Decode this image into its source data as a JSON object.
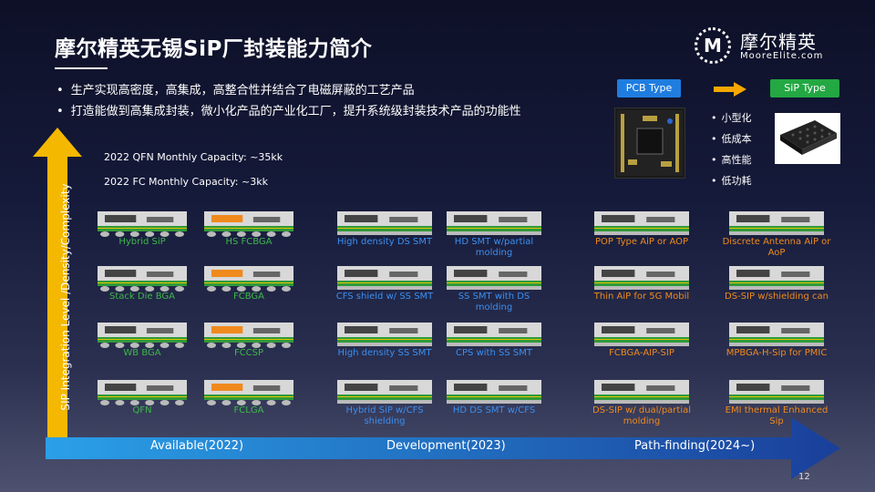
{
  "title": "摩尔精英无锡SiP厂封装能力简介",
  "logo": {
    "cn": "摩尔精英",
    "en": "MooreElite.com",
    "mark": "M"
  },
  "bullets": [
    "生产实现高密度，高集成，高整合性并结合了电磁屏蔽的工艺产品",
    "打造能做到高集成封装，微小化产品的产业化工厂，提升系统级封装技术产品的功能性"
  ],
  "conversion": {
    "from": "PCB Type",
    "to": "SiP Type"
  },
  "features": [
    "小型化",
    "低成本",
    "高性能",
    "低功耗"
  ],
  "capacity": [
    "2022 QFN Monthly Capacity: ~35kk",
    "2022 FC Monthly Capacity: ~3kk"
  ],
  "y_axis_label": "SIP Integration Level /Density/Complexity",
  "x_axis_labels": [
    "Available(2022)",
    "Development(2023)",
    "Path-finding(2024~)"
  ],
  "colors": {
    "available": "#3db84a",
    "development": "#3b8ff0",
    "pathfinding": "#f08a1c",
    "axis_arrow": "#f5b800",
    "bottom_arrow": "#1f5fb8"
  },
  "packages": {
    "available": [
      "Hybrid SiP",
      "HS FCBGA",
      "Stack Die BGA",
      "FCBGA",
      "WB BGA",
      "FCCSP",
      "QFN",
      "FCLGA"
    ],
    "development": [
      "High density DS SMT",
      "HD SMT w/partial molding",
      "CFS shield w/ SS SMT",
      "SS SMT with DS molding",
      "High density SS SMT",
      "CPS with SS SMT",
      "Hybrid SiP w/CFS shielding",
      "HD DS SMT w/CFS"
    ],
    "pathfinding": [
      "POP Type AiP or AOP",
      "Discrete Antenna AiP or AoP",
      "Thin AiP for 5G Mobil",
      "DS-SIP w/shielding can",
      "FCBGA-AIP-SIP",
      "MPBGA-H-Sip for PMIC",
      "DS-SIP w/ dual/partial molding",
      "EMI thermal Enhanced Sip"
    ]
  },
  "page_number": "12"
}
